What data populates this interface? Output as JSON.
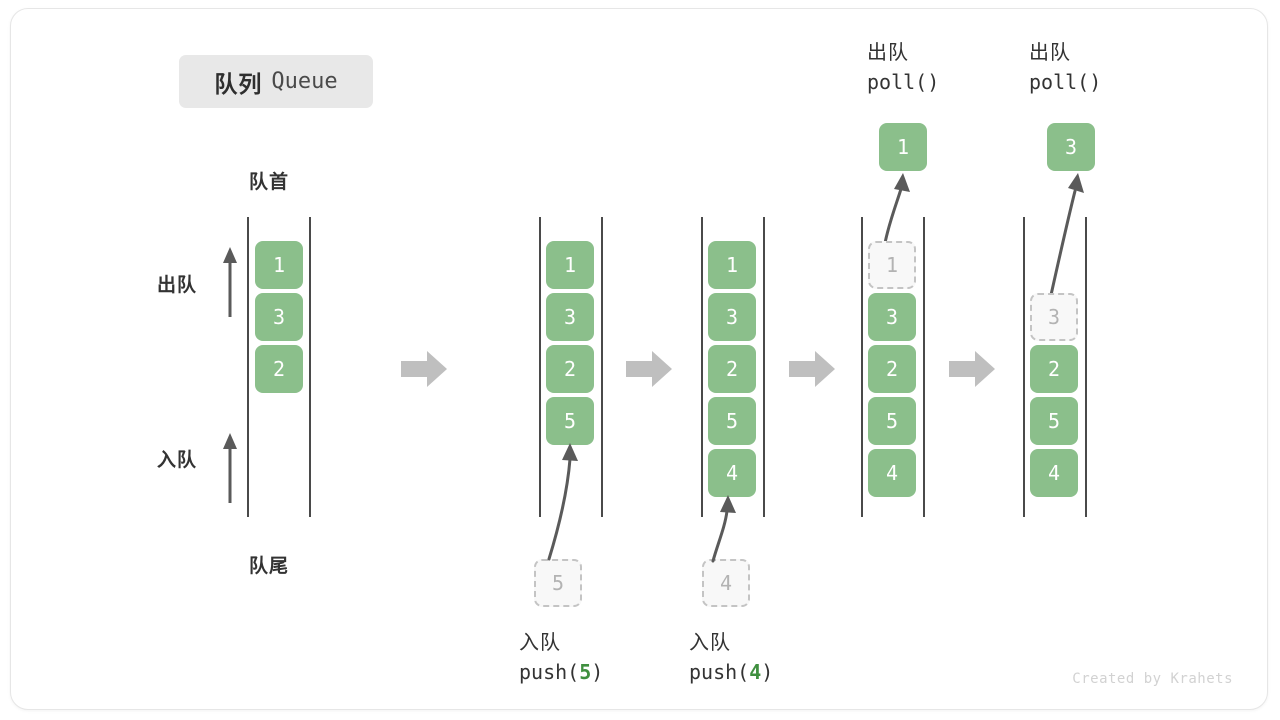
{
  "meta": {
    "credit": "Created by Krahets",
    "accent_green": "#8bbf8b",
    "accent_green_text": "#3f8f3f",
    "ghost_border": "#c4c4c4",
    "rail_color": "#4a4a4a",
    "arrow_gray": "#bfbfbf",
    "badge_bg": "#e8e8e8"
  },
  "title": {
    "cn": "队列",
    "en": "Queue"
  },
  "labels": {
    "head": "队首",
    "tail": "队尾",
    "dequeue": "出队",
    "enqueue": "入队"
  },
  "stages": [
    {
      "id": "initial",
      "elements": [
        "1",
        "3",
        "2"
      ],
      "ghost_index": null,
      "caption_cn": null,
      "caption_code": null,
      "caption_num": null,
      "floating_value": null
    },
    {
      "id": "push-5",
      "elements": [
        "1",
        "3",
        "2",
        "5"
      ],
      "ghost_index": null,
      "incoming_value": "5",
      "caption_cn": "入队",
      "caption_code_prefix": "push(",
      "caption_num": "5",
      "caption_code_suffix": ")",
      "floating_value": null
    },
    {
      "id": "push-4",
      "elements": [
        "1",
        "3",
        "2",
        "5",
        "4"
      ],
      "ghost_index": null,
      "incoming_value": "4",
      "caption_cn": "入队",
      "caption_code_prefix": "push(",
      "caption_num": "4",
      "caption_code_suffix": ")",
      "floating_value": null
    },
    {
      "id": "poll-1",
      "elements": [
        "1",
        "3",
        "2",
        "5",
        "4"
      ],
      "ghost_index": 0,
      "caption_cn": "出队",
      "caption_code": "poll()",
      "floating_value": "1"
    },
    {
      "id": "poll-3",
      "elements": [
        "",
        "3",
        "2",
        "5",
        "4"
      ],
      "ghost_index": 1,
      "caption_cn": "出队",
      "caption_code": "poll()",
      "floating_value": "3"
    }
  ]
}
